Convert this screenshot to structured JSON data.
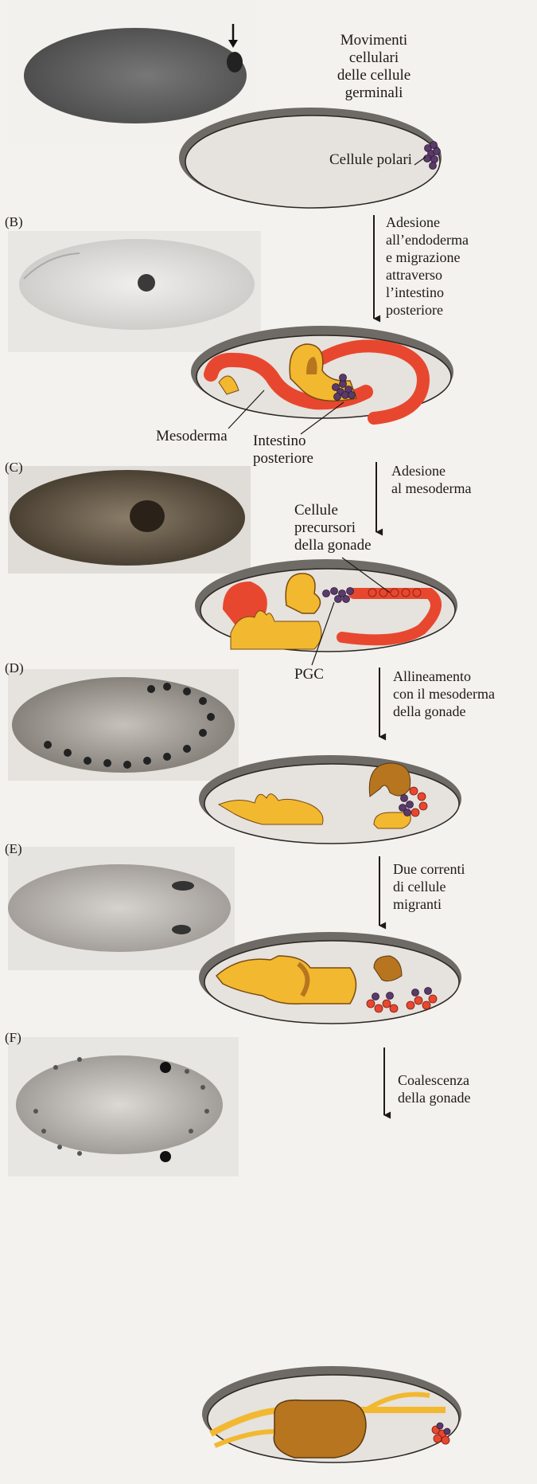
{
  "panels": [
    "(B)",
    "(C)",
    "(D)",
    "(E)",
    "(F)"
  ],
  "labels": {
    "title_lines": [
      "Movimenti",
      "cellulari",
      "delle cellule",
      "germinali"
    ],
    "cellule_polari": "Cellule polari",
    "mesoderma": "Mesoderma",
    "intestino_lines": [
      "Intestino",
      "posteriore"
    ],
    "cellule_precursori_lines": [
      "Cellule",
      "precursori",
      "della gonade"
    ],
    "pgc": "PGC"
  },
  "steps": [
    [
      "Adesione",
      "all’endoderma",
      "e migrazione",
      "attraverso",
      "l’intestino",
      "posteriore"
    ],
    [
      "Adesione",
      "al mesoderma"
    ],
    [
      "Allineamento",
      "con il mesoderma",
      "della gonade"
    ],
    [
      "Due correnti",
      "di cellule",
      "migranti"
    ],
    [
      "Coalescenza",
      "della gonade"
    ]
  ],
  "colors": {
    "mesoderm": "#e8472f",
    "hindgut": "#f2b830",
    "hindgut_dark": "#b8751f",
    "germ_cell": "#5a3a6a",
    "shell": "#6e6a66",
    "embryo_fill": "#e6e2dd"
  }
}
